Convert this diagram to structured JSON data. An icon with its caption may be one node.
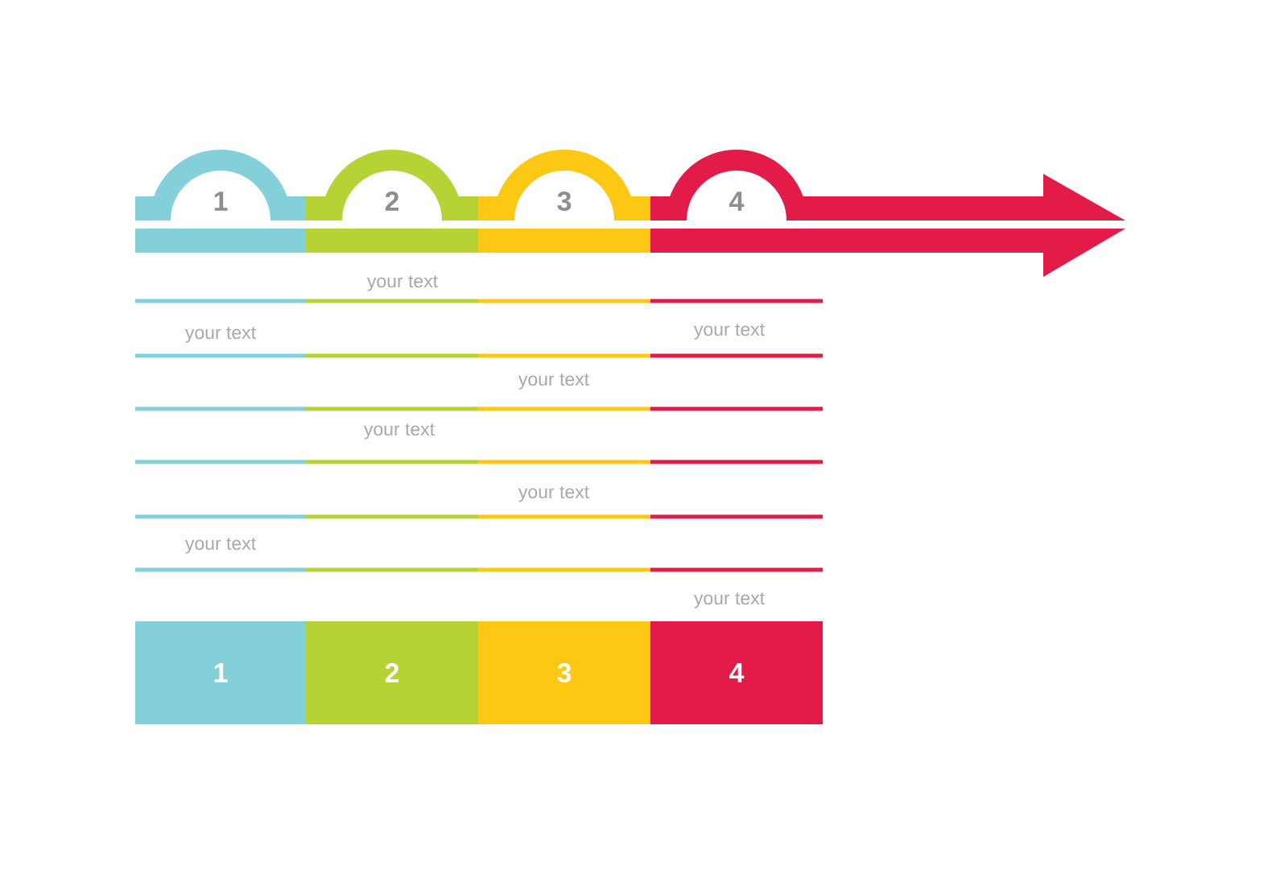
{
  "diagram": {
    "nodes": [
      {
        "text": [
          "1"
        ]
      },
      {
        "text": [
          "2"
        ]
      },
      {
        "text": [
          "3"
        ]
      },
      {
        "text": [
          "4"
        ]
      },
      {
        "text": [
          "1"
        ]
      },
      {
        "text": [
          "2"
        ]
      },
      {
        "text": [
          "3"
        ]
      },
      {
        "text": [
          "4"
        ]
      }
    ],
    "labels": [
      "your text",
      "your text",
      "your text",
      "your text",
      "your text",
      "your text",
      "your text",
      "your text"
    ]
  }
}
